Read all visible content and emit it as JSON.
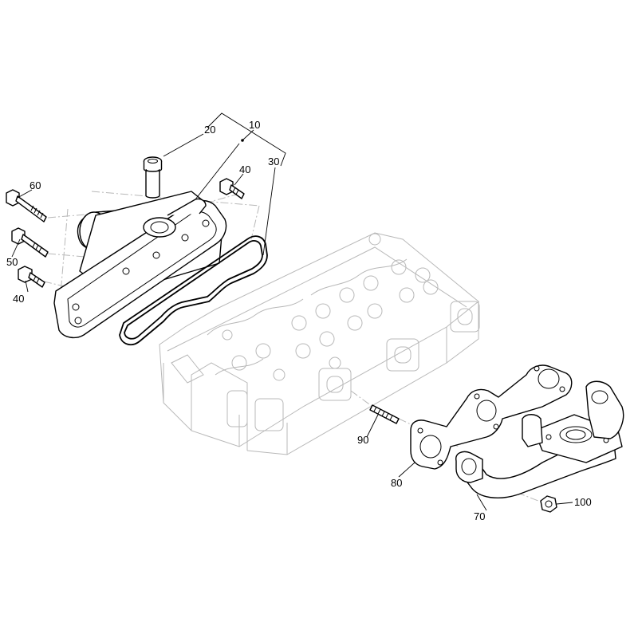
{
  "callouts": {
    "c10": "10",
    "c20": "20",
    "c30": "30",
    "c40a": "40",
    "c40b": "40",
    "c50": "50",
    "c60": "60",
    "c70": "70",
    "c80": "80",
    "c90": "90",
    "c100": "100"
  }
}
